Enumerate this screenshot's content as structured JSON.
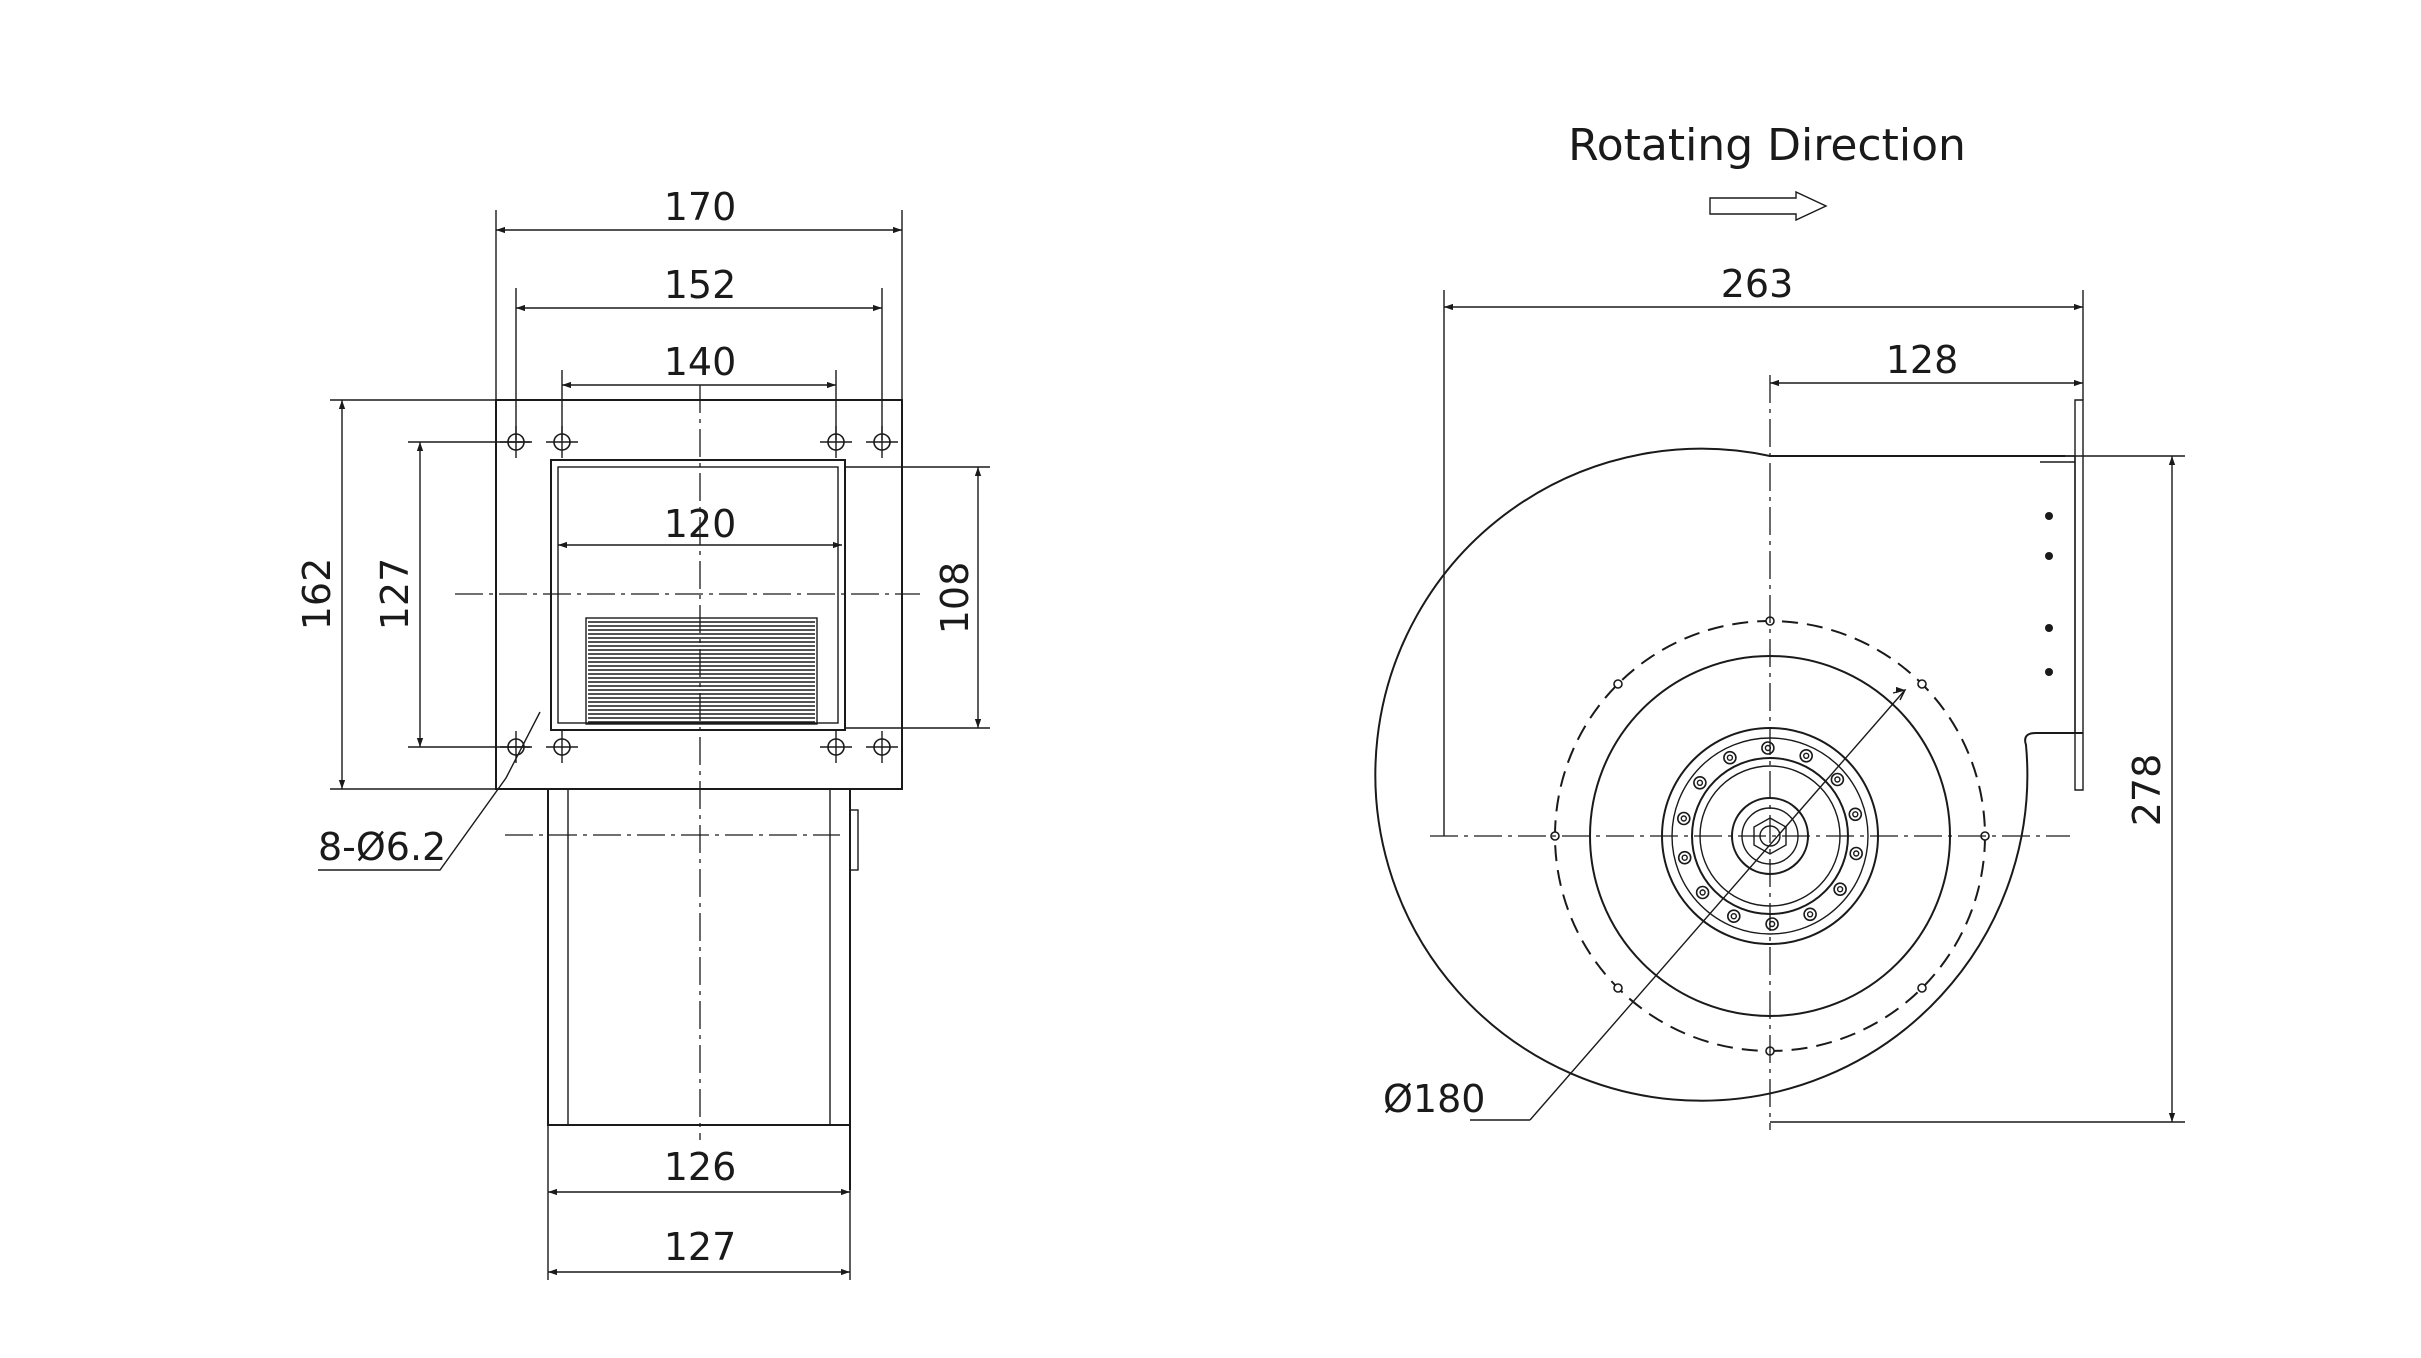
{
  "front_view": {
    "dim_width_outer": "170",
    "dim_width_holes": "152",
    "dim_width_inner_holes": "140",
    "dim_outlet_width": "120",
    "dim_height_outer": "162",
    "dim_height_holes": "127",
    "dim_outlet_height": "108",
    "dim_holes_note": "8-Ø6.2",
    "dim_housing_width": "126",
    "dim_motor_width": "127"
  },
  "side_view": {
    "rotating_label": "Rotating Direction",
    "dim_total_width": "263",
    "dim_center_to_outlet": "128",
    "dim_total_height": "278",
    "dim_diameter": "Ø180"
  },
  "colors": {
    "line": "#1a1a1a",
    "background": "#ffffff"
  }
}
